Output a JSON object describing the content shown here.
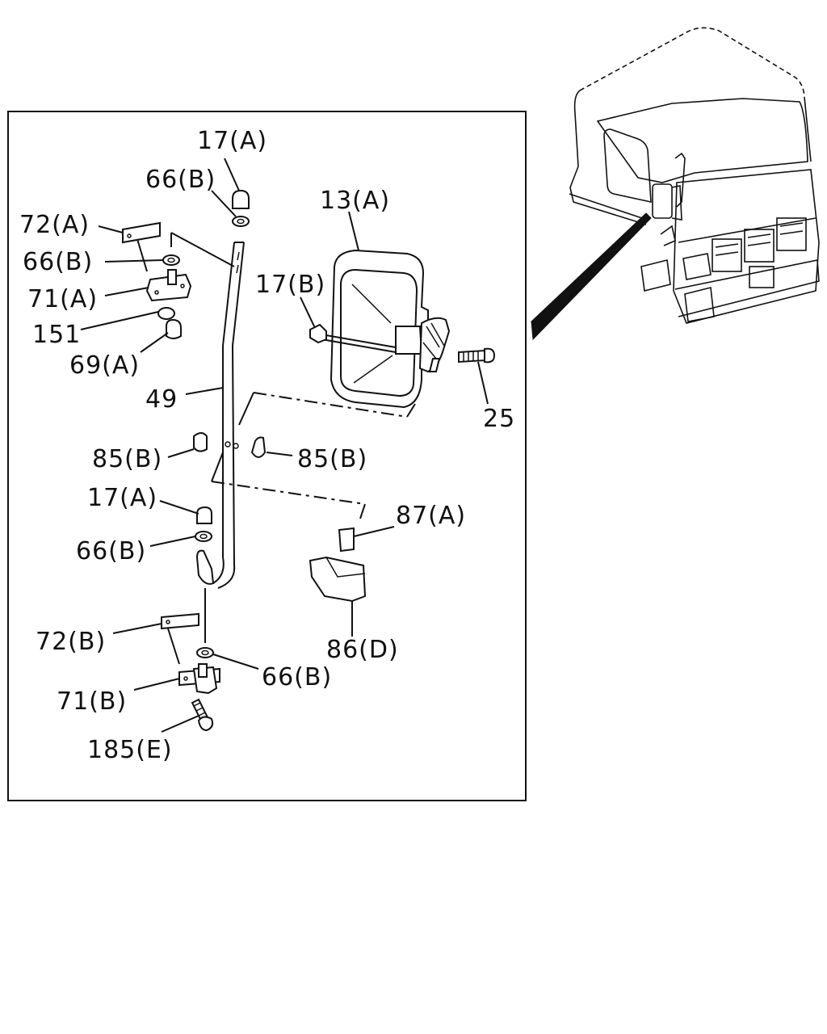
{
  "diagram": {
    "labels": {
      "l17a_top": "17(A)",
      "l66b_top": "66(B)",
      "l13a": "13(A)",
      "l72a": "72(A)",
      "l66b_left": "66(B)",
      "l17b": "17(B)",
      "l71a": "71(A)",
      "l151": "151",
      "l69a": "69(A)",
      "l49": "49",
      "l25": "25",
      "l85b_left": "85(B)",
      "l85b_right": "85(B)",
      "l17a_mid": "17(A)",
      "l87a": "87(A)",
      "l66b_mid": "66(B)",
      "l72b": "72(B)",
      "l86d": "86(D)",
      "l66b_bottom": "66(B)",
      "l71b": "71(B)",
      "l185e": "185(E)"
    }
  }
}
